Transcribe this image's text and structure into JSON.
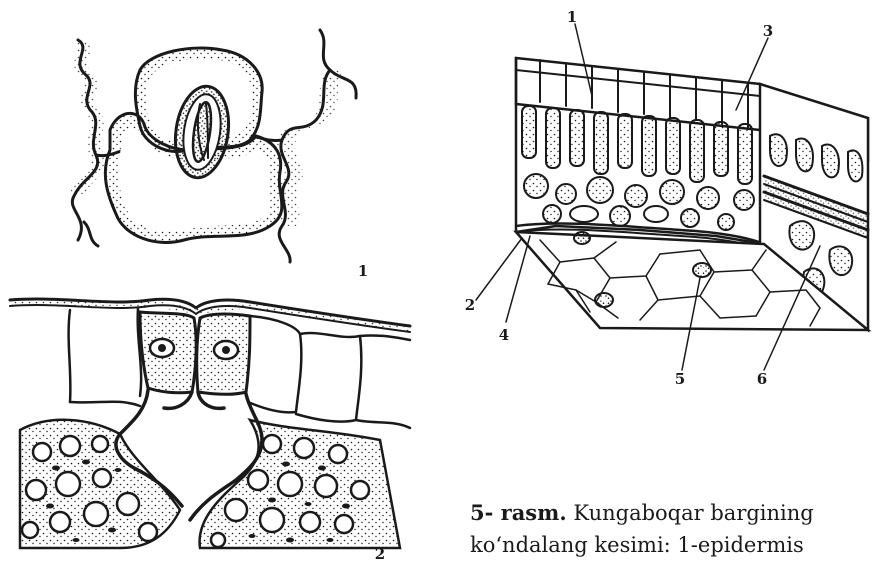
{
  "figure1": {
    "label": "1"
  },
  "figure2": {
    "label": "2"
  },
  "leaf_labels": [
    "1",
    "2",
    "3",
    "4",
    "5",
    "6"
  ],
  "caption": {
    "fig_number": "5- rasm.",
    "line1_rest": "Kungaboqar bargining",
    "line2": "ko‘ndalang kesimi: 1-epidermis"
  }
}
